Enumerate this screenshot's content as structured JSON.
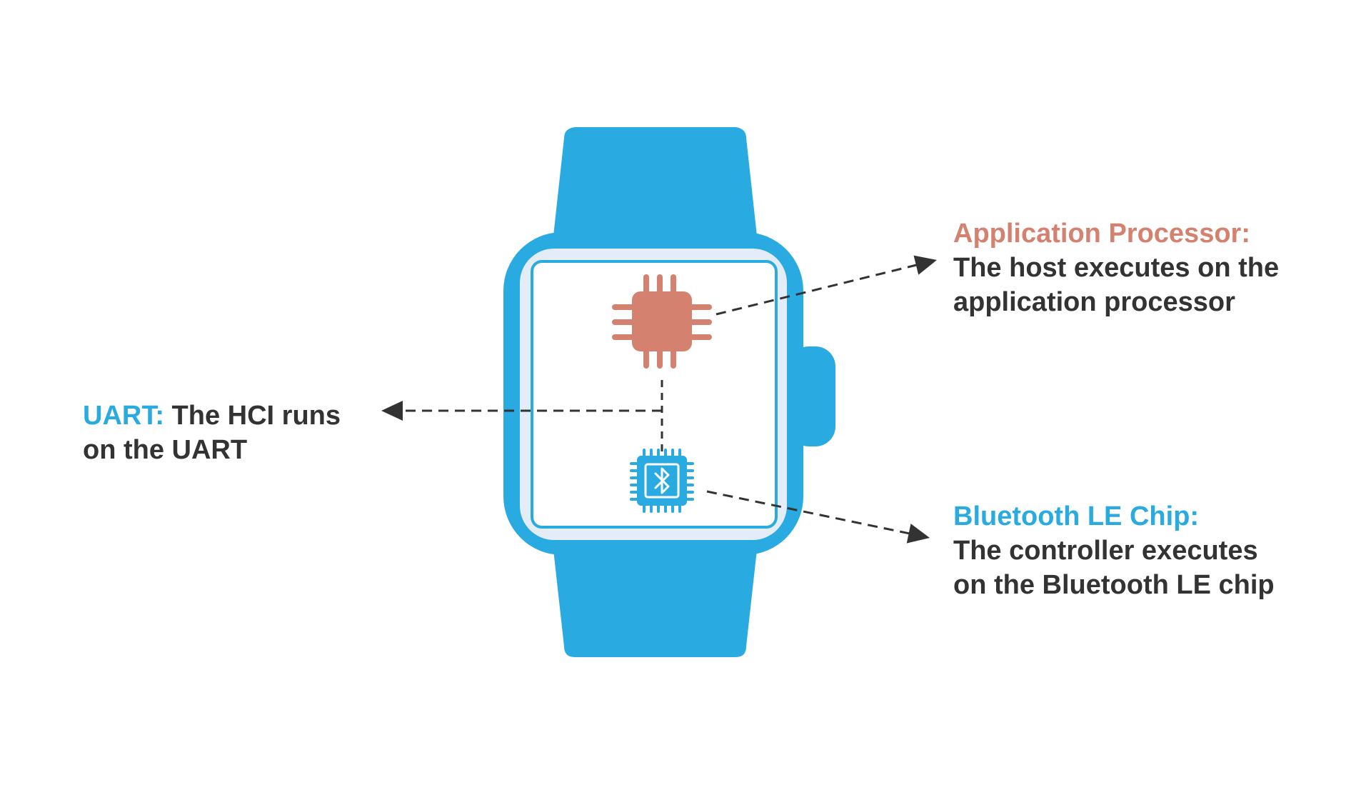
{
  "colors": {
    "watch": "#29ABE2",
    "watch_bezel": "#E4ECF7",
    "screen": "#FFFFFF",
    "processor": "#D4816F",
    "processor_pins": "#D4816F",
    "ble_chip": "#29ABE2",
    "text_dark": "#333333",
    "heading_orange": "#D4816F",
    "heading_blue": "#29ABE2",
    "connector": "#333333"
  },
  "icons": {
    "processor": "cpu-chip-icon",
    "ble_chip": "bluetooth-chip-icon",
    "bluetooth": "bluetooth-icon"
  },
  "labels": {
    "application_processor": {
      "heading": "Application Processor:",
      "line1": "The host executes on the",
      "line2": "application processor"
    },
    "ble_chip": {
      "heading": "Bluetooth LE Chip:",
      "line1": "The controller executes",
      "line2": "on the Bluetooth LE chip"
    },
    "uart": {
      "heading": "UART:",
      "line1": "The HCI runs",
      "line2": "on the UART"
    }
  }
}
